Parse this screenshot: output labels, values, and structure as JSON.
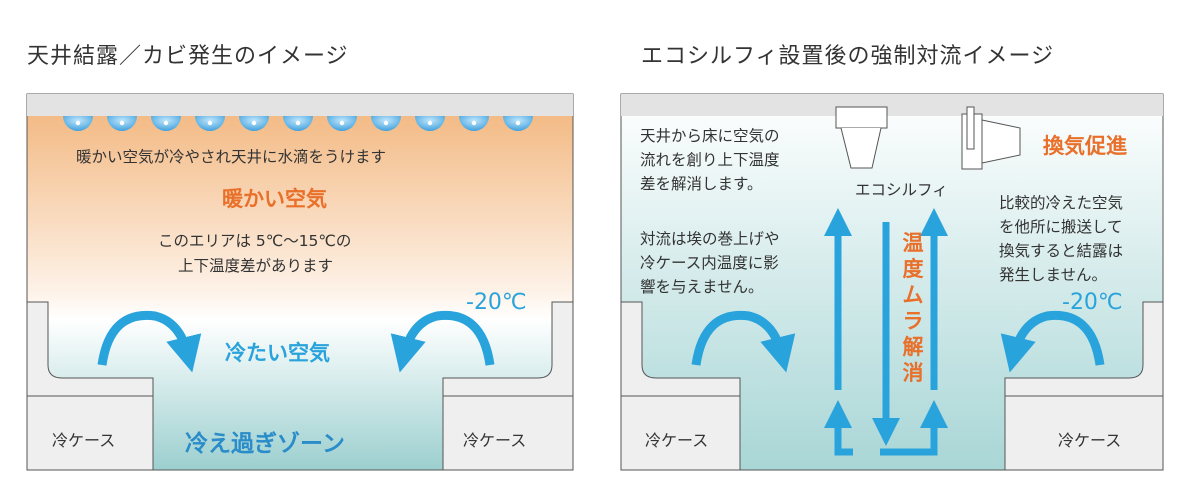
{
  "left_panel": {
    "title": "天井結露／カビ発生のイメージ",
    "condensation_note": "暖かい空気が冷やされ天井に水滴をうけます",
    "warm_air_label": "暖かい空気",
    "area_note_line1": "このエリアは 5℃〜15℃の",
    "area_note_line2": "上下温度差があります",
    "temp_label": "-20℃",
    "cold_air_label": "冷たい空気",
    "overcool_zone_label": "冷え過ぎゾーン",
    "case_left_label": "冷ケース",
    "case_right_label": "冷ケース"
  },
  "right_panel": {
    "title": "エコシルフィ設置後の強制対流イメージ",
    "note_top_left": [
      "天井から床に空気の",
      "流れを創り上下温度",
      "差を解消します。"
    ],
    "note_mid_left": [
      "対流は埃の巻上げや",
      "冷ケース内温度に影",
      "響を与えません。"
    ],
    "device_label": "エコシルフィ",
    "ventilation_label": "換気促進",
    "note_right": [
      "比較的冷えた空気",
      "を他所に搬送して",
      "換気すると結露は",
      "発生しません。"
    ],
    "temp_label": "-20℃",
    "uneven_temp_label": [
      "温",
      "度",
      "ム",
      "ラ",
      "解",
      "消"
    ],
    "case_left_label": "冷ケース",
    "case_right_label": "冷ケース"
  },
  "colors": {
    "warm": "#f2b47a",
    "cold": "#9fd0d0",
    "arrow_blue": "#29a3dc",
    "accent_orange": "#e8702a",
    "ceiling_gray": "#e3e3e3",
    "case_gray": "#efefef"
  }
}
